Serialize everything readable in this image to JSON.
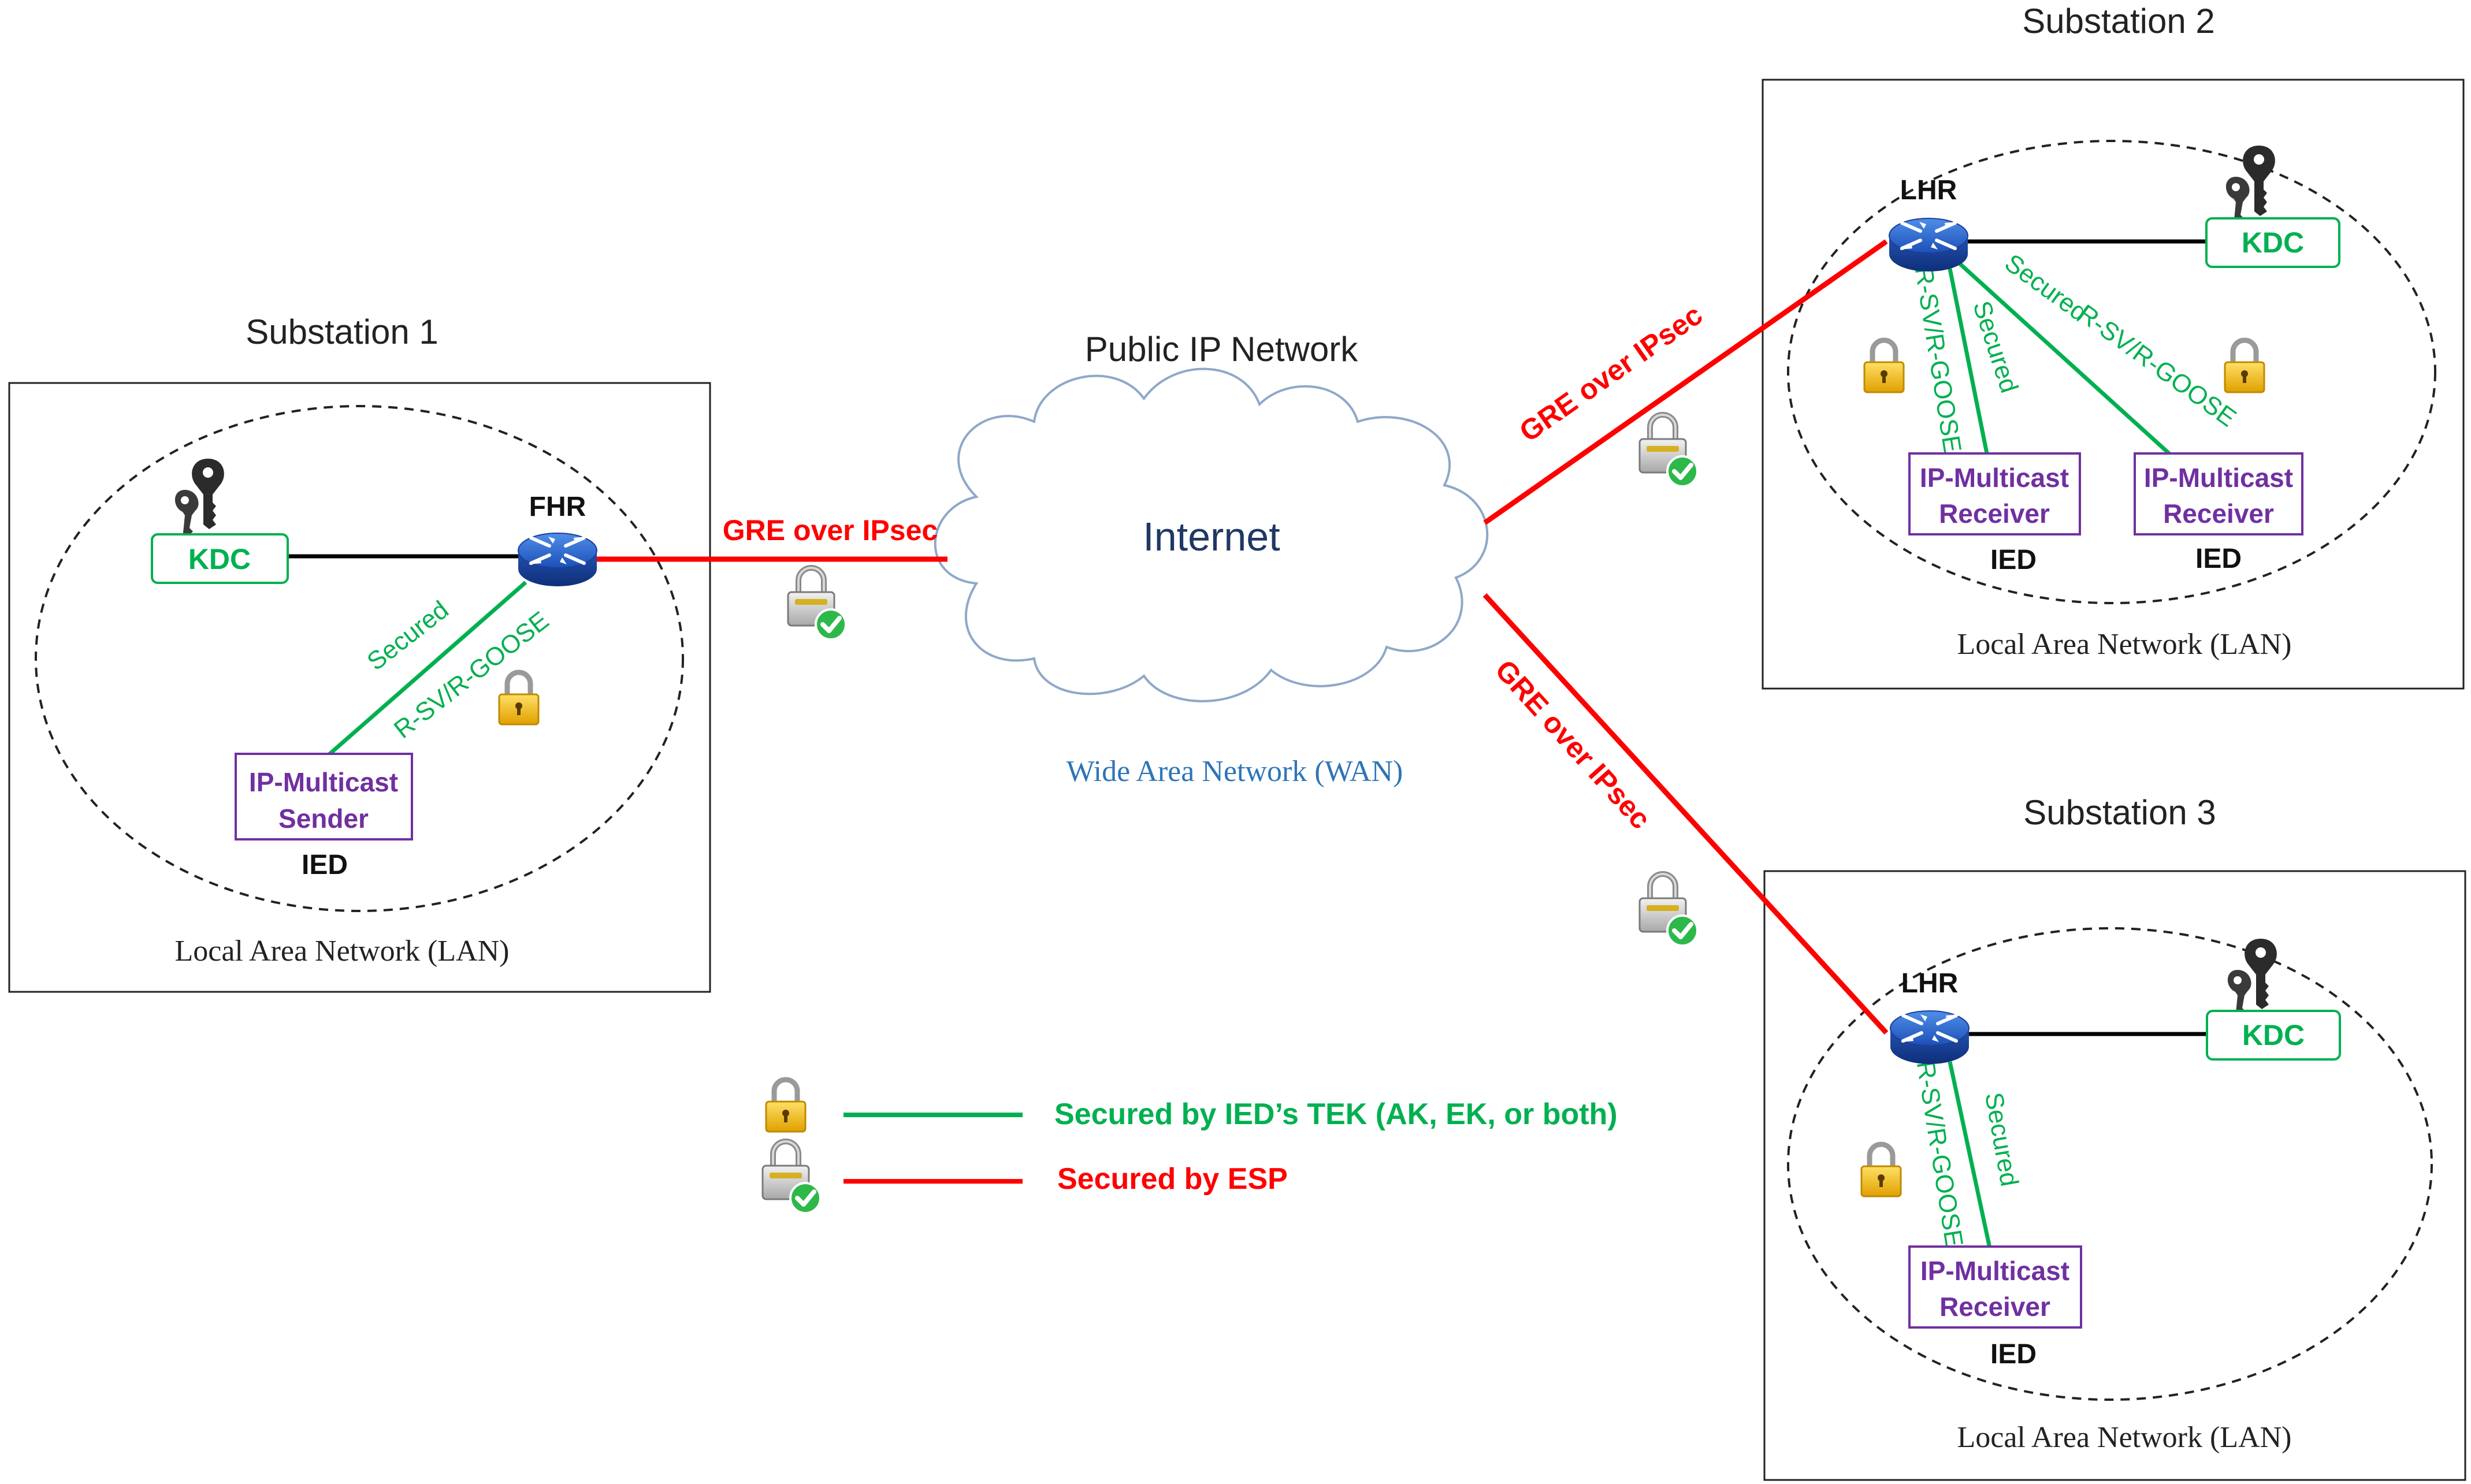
{
  "colors": {
    "secured_green": "#00b050",
    "esp_red": "#ff0000",
    "ied_purple": "#7030a0",
    "wan_blue": "#2e75b6",
    "internet_text": "#1f3864",
    "lock_gold": "#ffc000"
  },
  "network": {
    "public_title": "Public IP Network",
    "internet_label": "Internet",
    "wan_label": "Wide Area Network (WAN)",
    "link1_label": "GRE over IPsec",
    "link2_label": "GRE over IPsec",
    "link3_label": "GRE over IPsec"
  },
  "substations": [
    {
      "title": "Substation 1",
      "router": "FHR",
      "kdc": "KDC",
      "lan_label": "Local Area Network (LAN)",
      "ieds": [
        {
          "box_line1": "IP-Multicast",
          "box_line2": "Sender",
          "label": "IED",
          "link_secured": "Secured",
          "link_protocol": "R-SV/R-GOOSE"
        }
      ]
    },
    {
      "title": "Substation 2",
      "router": "LHR",
      "kdc": "KDC",
      "lan_label": "Local Area Network (LAN)",
      "ieds": [
        {
          "box_line1": "IP-Multicast",
          "box_line2": "Receiver",
          "label": "IED",
          "link_secured": "Secured",
          "link_protocol": "R-SV/R-GOOSE"
        },
        {
          "box_line1": "IP-Multicast",
          "box_line2": "Receiver",
          "label": "IED",
          "link_secured": "Secured",
          "link_protocol": "R-SV/R-GOOSE"
        }
      ]
    },
    {
      "title": "Substation 3",
      "router": "LHR",
      "kdc": "KDC",
      "lan_label": "Local Area Network (LAN)",
      "ieds": [
        {
          "box_line1": "IP-Multicast",
          "box_line2": "Receiver",
          "label": "IED",
          "link_secured": "Secured",
          "link_protocol": "R-SV/R-GOOSE"
        }
      ]
    }
  ],
  "legend": {
    "green_label": "Secured by IED’s TEK (AK, EK, or both)",
    "red_label": "Secured by ESP"
  },
  "icons": {
    "padlock": "padlock-icon",
    "padlock_check": "padlock-check-icon",
    "key": "key-icon",
    "router": "router-icon",
    "cloud": "cloud-icon"
  }
}
